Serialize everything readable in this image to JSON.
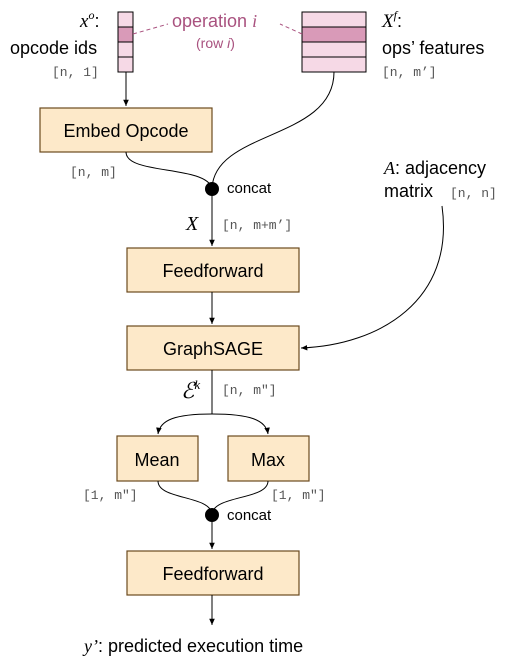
{
  "diagram": {
    "opcode_symbol": {
      "base": "x",
      "sup": "o"
    },
    "opcode_label": "opcode ids",
    "opcode_shape": "[n, 1]",
    "operation_label": "operation",
    "operation_var": "i",
    "row_label_pre": "(row ",
    "row_label_var": "i",
    "row_label_post": ")",
    "features_symbol": {
      "base": "X",
      "sup": "f"
    },
    "features_label": "ops’ features",
    "features_shape": "[n, m’]",
    "embed_label": "Embed Opcode",
    "embed_shape": "[n, m]",
    "concat_label_1": "concat",
    "adjacency_symbol": "A",
    "adjacency_label": ": adjacency",
    "adjacency_label2": "matrix",
    "adjacency_shape": "[n, n]",
    "x_symbol": "X",
    "x_shape": "[n, m+m’]",
    "ff1_label": "Feedforward",
    "graphsage_label": "GraphSAGE",
    "e_symbol": {
      "base": "ℰ",
      "sup": "k"
    },
    "e_shape": "[n, m″]",
    "mean_label": "Mean",
    "max_label": "Max",
    "mean_shape": "[1, m″]",
    "max_shape": "[1, m″]",
    "concat_label_2": "concat",
    "ff2_label": "Feedforward",
    "output_symbol": "y’",
    "output_label": ": predicted execution time"
  },
  "colors": {
    "box_fill": "#fde9c9",
    "box_stroke": "#6b4a1e",
    "accent": "#a9527f",
    "cell_fill": "#f6d9e6",
    "cell_highlight": "#d99ab8",
    "line": "#000000"
  }
}
